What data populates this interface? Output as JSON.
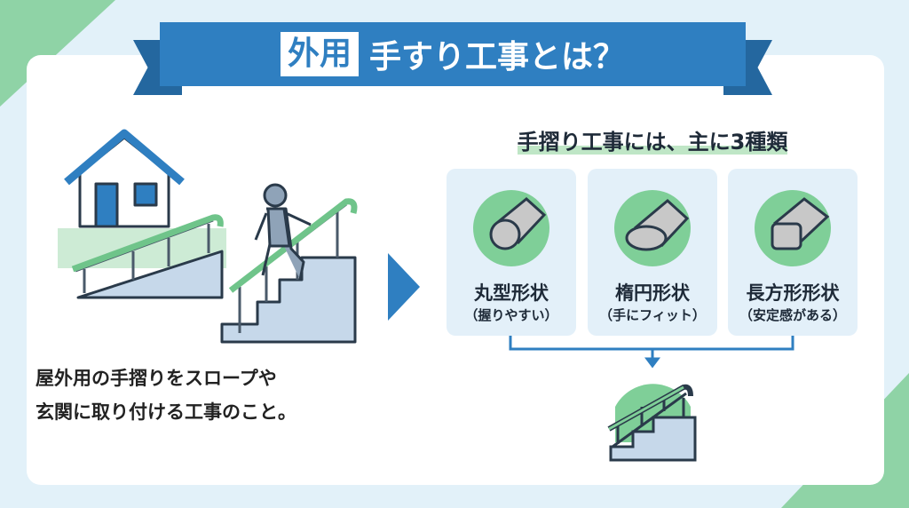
{
  "title": {
    "badge": "外用",
    "text": "手すり工事とは？"
  },
  "left": {
    "line1": "屋外用の手摺りをスロープや",
    "line2": "玄関に取り付ける工事のこと。"
  },
  "right": {
    "heading": "手摺り工事には、主に3種類",
    "cards": [
      {
        "title": "丸型形状",
        "sub": "（握りやすい）"
      },
      {
        "title": "楕円形状",
        "sub": "（手にフィット）"
      },
      {
        "title": "長方形形状",
        "sub": "（安定感がある）"
      }
    ]
  },
  "colors": {
    "blue": "#2f7fc1",
    "green": "#7fcf98",
    "bg": "#e2f1f9"
  }
}
